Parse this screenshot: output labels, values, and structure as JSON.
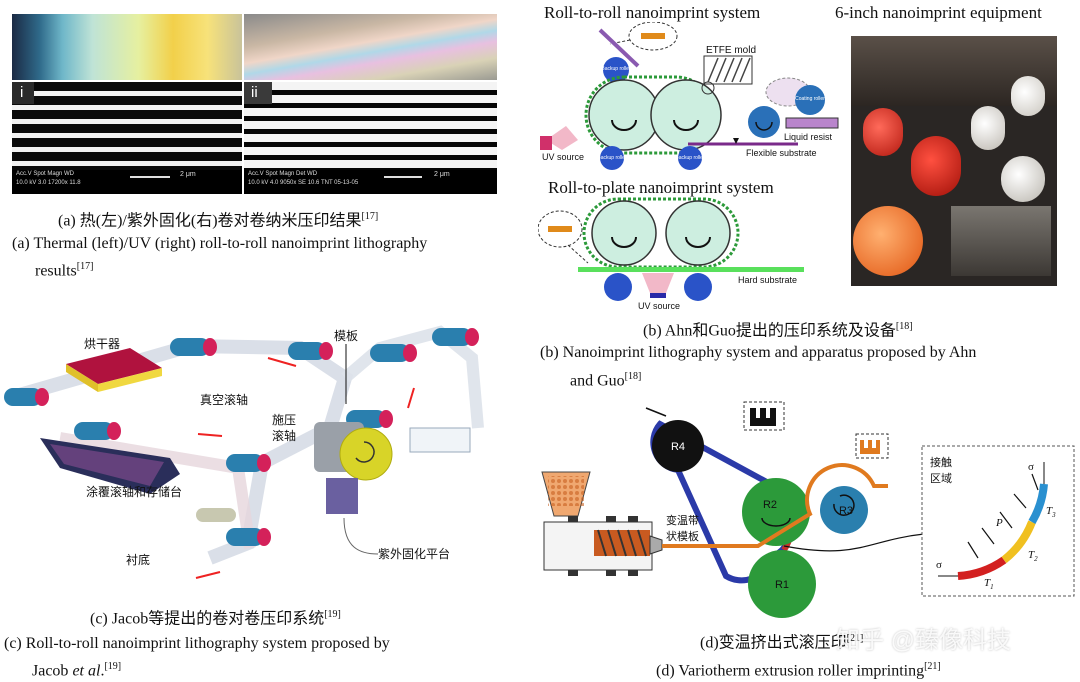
{
  "panel_a": {
    "marker_left": "i",
    "marker_right": "ii",
    "sem_left_info": "Acc.V  Spot Magn   WD",
    "sem_left_info2": "10.0 kV 3.0  17200x  11.8",
    "sem_left_scale": "2 μm",
    "sem_right_info": "Acc.V  Spot Magn   Det  WD",
    "sem_right_info2": "10.0 kV 4.0  9050x  SE  10.6 TNT 05-13-05",
    "sem_right_scale": "2 μm",
    "caption_zh_main": "(a) 热(左)/紫外固化(右)卷对卷纳米压印结果",
    "caption_zh_ref": "[17]",
    "caption_en_line1": "(a) Thermal (left)/UV (right) roll-to-roll nanoimprint lithography",
    "caption_en_line2": "results",
    "caption_en_ref": "[17]"
  },
  "panel_b": {
    "title_r2r": "Roll-to-roll nanoimprint system",
    "title_equipment": "6-inch nanoimprint equipment",
    "title_r2p": "Roll-to-plate nanoimprint system",
    "etfe_mold": "ETFE mold",
    "backup_roller": "Backup roller",
    "coating_roller": "Coating roller",
    "liquid_resist": "Liquid resist",
    "uv_source": "UV source",
    "flexible_substrate": "Flexible substrate",
    "hard_substrate": "Hard substrate",
    "uv_source_2": "UV source",
    "caption_zh_main": "(b) Ahn和Guo提出的压印系统及设备",
    "caption_zh_ref": "[18]",
    "caption_en_line1": "(b) Nanoimprint lithography system and apparatus proposed by Ahn",
    "caption_en_line2": "and Guo",
    "caption_en_ref": "[18]"
  },
  "panel_c": {
    "dryer": "烘干器",
    "vacuum_roller": "真空滚轴",
    "template": "模板",
    "pressure_roller": "施压\n滚轴",
    "pressure_roller_l1": "施压",
    "pressure_roller_l2": "滚轴",
    "coating_store": "涂覆滚轴和存储台",
    "substrate": "衬底",
    "uv_platform": "紫外固化平台",
    "caption_zh_main": "(c) Jacob等提出的卷对卷压印系统",
    "caption_zh_ref": "[19]",
    "caption_en_line1": "(c) Roll-to-roll nanoimprint lithography system proposed by",
    "caption_en_line2_a": "Jacob ",
    "caption_en_line2_b": "et al",
    "caption_en_line2_c": ".",
    "caption_en_ref": "[19]"
  },
  "panel_d": {
    "r1": "R1",
    "r2": "R2",
    "r3": "R3",
    "r4": "R4",
    "belt_label_l1": "变温带",
    "belt_label_l2": "状模板",
    "contact_l1": "接触",
    "contact_l2": "区域",
    "sigma_top": "σ",
    "sigma_left": "σ",
    "p_label": "P",
    "t1": "T",
    "t1_sub": "1",
    "t2": "T",
    "t2_sub": "2",
    "t3": "T",
    "t3_sub": "3",
    "caption_zh_main": "(d)变温挤出式滚压印",
    "caption_zh_ref": "[21]",
    "caption_en_main": "(d) Variotherm extrusion roller imprinting",
    "caption_en_ref": "[21]"
  },
  "watermark": "知乎 @臻像科技",
  "colors": {
    "roller_blue": "#2a7fae",
    "roller_red": "#d4215a",
    "green_roller": "#2c9a3a",
    "belt_blue": "#2b3aa8",
    "belt_red": "#c8302a",
    "belt_orange": "#e07a1f",
    "accent_green": "#59e05c"
  }
}
